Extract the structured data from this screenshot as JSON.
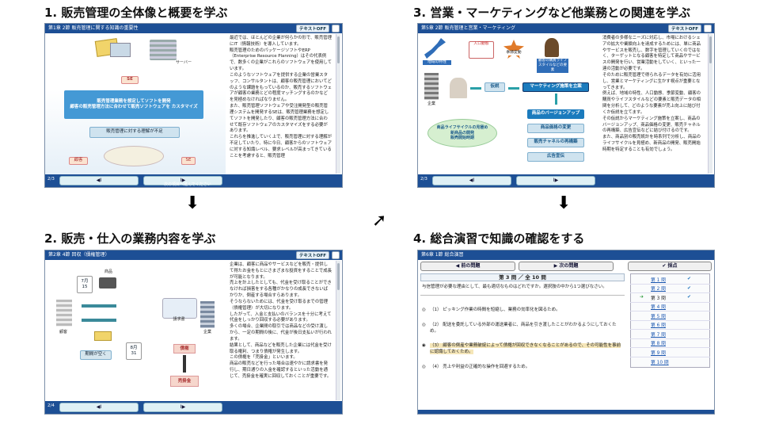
{
  "captions": {
    "c1": "1. 販売管理の全体像と概要を学ぶ",
    "c2": "2. 販売・仕入の業務内容を学ぶ",
    "c3": "3. 営業・マーケティングなど他業務との関連を学ぶ",
    "c4": "4. 総合演習で知識の確認をする"
  },
  "s1": {
    "title": "第1章 2節 販売管理に関する知識の重要性",
    "toggle": "テキストOFF",
    "server": "サーバー",
    "se1": "SE",
    "blue_box": "販売管理業務を想定してソフトを開発\n顧客の販売管理方法に合わせて販売ソフトウェアを カスタマイズ",
    "warn": "販売管理に対する理解が不足",
    "client": "顧客",
    "se2": "SE",
    "page": "2/3",
    "prev": "◀I",
    "next": "I▶",
    "next_hint": "次の項目へ進んでください",
    "text": "最近では、ほとんどの企業が何らかの形で、販売管理にIT（情報技術）を導入しています。\n販売管理のためのパッケージソフトやERP（Enterprise Resource Planning）はその代表例で、数多くの企業がこれらのソフトウェアを使用しています。\nこのようなソフトウェアを提供する企業の営業スタッフ、コンサルタントは、顧客の販売管理においてどのような課題をもっているのか、販売するソフトウェアが顧客の業務とどの程度マッチングするのかなどを見極めなければなりません。\nまた、販売管理ソフトウェアや受注開発型の販売管理システムを開発するSEは、販売管理業務を想定してソフトを開発したり、顧客の販売管理方法に合わせて既存ソフトウェアのカスタマイズをする必要があります。\nこれらを推進していく上で、販売管理に対する理解が不足していたり、特に今日、顧客からのソフトウェアに対する知識レベル、要求レベルが高まってきていることを考慮すると、販売管理"
  },
  "s2": {
    "title": "第2章 4節 回収（債権管理）",
    "toggle": "テキストOFF",
    "cal_a": "7月\n15",
    "goods": "商品",
    "client": "顧客",
    "period": "期間が空く",
    "cal_b": "8月\n31",
    "invoice": "請求書",
    "company": "企業",
    "receivable": "債権",
    "sales_rec": "売掛金",
    "page": "2/4",
    "prev": "◀I",
    "next": "I▶",
    "text": "企業は、顧客に商品やサービスなどを販売・提供して得たお金をもとにさまざまな投資をすることで成長が可能となります。\n売上を計上したとしても、代金を受け取ることができなければ損害をする各種がかなりの成長できないばかりか、倒産する場合すらあります。\nそうならないためには、代金を受け取るまでの管理（債権管理）が大切になります。\nしたがって、入金と支払いのバランスを十分に考えて代金をしっかり回収する必要があります。\n多くの場合、企業間の取引では商品などの受け渡しから、一定の期間の後に、代金が後日支払いが行われます。\n結果として、商品などを販売した企業には代金を受け取る権利、つまり債権が発生します。\nこの債権を「売掛金」といいます。\n商品の販売などを行った場合は速やかに請求書を発行し、期日通りの入金を確認するといった活動を通じて、売掛金を確実に回収しておくことが重要です。"
  },
  "s3": {
    "title": "第5章 2節 販売管理と営業・マーケティング",
    "toggle": "テキストOFF",
    "region": "地域の特性",
    "population": "人口動態",
    "seasonal": "季節変動",
    "lifestyle": "顧客の購買ライフスタイルなどの要素",
    "company": "企業",
    "hypothesis": "仮説",
    "plan": "マーケティング施策を立案",
    "cycle": "商品ライフサイクルの見極め\n新商品の開発\n販売開始時期",
    "items": [
      "商品のバージョンアップ",
      "商品価格の変更",
      "販売チャネルの再構築",
      "広告宣伝"
    ],
    "page": "2/3",
    "prev": "◀I",
    "next": "I▶",
    "text": "消費者の多様なニーズに対応し、市場におけるシェアの拡大や業績向上を達成するためには、単に商品やサービスを販売し、数字を管理していくのではなく、ターゲットとなる顧客を特定して商品やサービスの開発を行い、営業活動をしていく、といった一連の活動が必要です。\nそのために販売管理で得られるデータを有効に活用し、営業とマーケティングに生かす視点が重要となってきます。\n例えば、地域の特性、人口動態、季節変動、顧客の購買やライフスタイルなどの要素と販売データの相関を分析して、どのような要素が売上向上に結び付くか仮説を立てます。\nその仮説からマーケティング施策を立案し、商品のバージョンアップ、商品価格の変更、販売チャネルの再構築、広告宣伝などに結び付けるのです。\nまた、商品別の販売統計を時系列で分析し、商品のライフサイクルを見極め、新商品の開発、販売開始時期を特定することも有効でしょう。"
  },
  "s4": {
    "title": "第6章 1節 総合演習",
    "prev_q": "前の問題",
    "next_q": "次の問題",
    "grade": "採点",
    "counter": "第 3 問 ／ 全 10 問",
    "question": "与信管理が必要な理由として、最も適切なものはどれですか。選択肢の中から1つ選びなさい。",
    "options": [
      "（1） ピッキング作業の時間を短縮し、業務の効率化を図るため。",
      "（2） 配送を委託している外部の運送業者に、商品を引き渡したことがわかるようにしておくため。",
      "（3） 顧客の倒産や業務破綻によって債権が回収できなくなることがあるので、その可能性を事前に認識しておくため。",
      "（4） 売上や利益の正確的な操作を回避するため。"
    ],
    "list": [
      "第 1 問",
      "第 2 問",
      "第 3 問",
      "第 4 問",
      "第 5 問",
      "第 6 問",
      "第 7 問",
      "第 8 問",
      "第 9 問",
      "第 10 問"
    ],
    "check": "✔"
  },
  "arrows": {
    "down": "⬇",
    "diag": "➚"
  },
  "colors": {
    "titlebar": "#1d4f95",
    "accent": "#4499d5",
    "highlight": "#f5e6b8"
  }
}
